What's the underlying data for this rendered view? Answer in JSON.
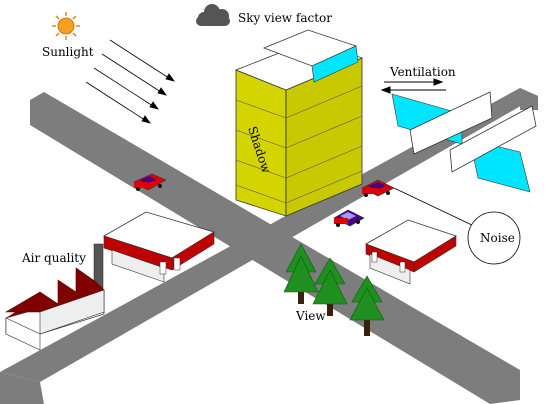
{
  "labels": {
    "sunlight": "Sunlight",
    "sky_view_factor": "Sky view factor",
    "ventilation": "Ventilation",
    "shadow": "Shadow",
    "noise": "Noise",
    "air_quality": "Air quality",
    "view": "View"
  },
  "colors": {
    "road": "#7f7f7f",
    "building_yellow": "#cccc00",
    "building_yellow_dark": "#a8a800",
    "factory": "#800000",
    "canopy_red": "#c00000",
    "wind_cyan": "#00e5ff",
    "tree_green": "#1f8f1f",
    "car_red": "#e00000",
    "car_purple": "#4b0082",
    "cloud": "#555555"
  },
  "icons": [
    "sun-icon",
    "cloud-icon",
    "sunlight-arrows",
    "ventilation-arrows",
    "noise-circle"
  ]
}
